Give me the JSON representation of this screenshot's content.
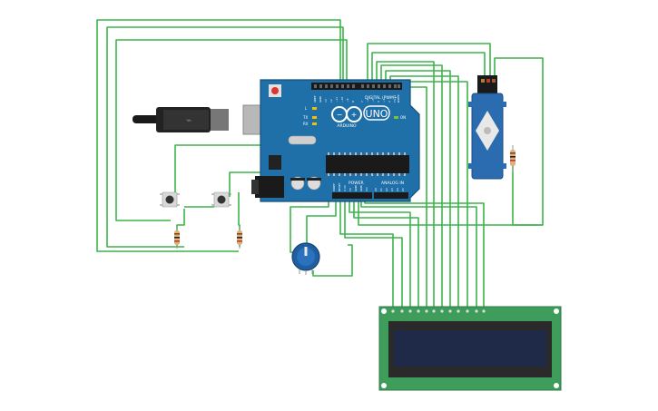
{
  "board": {
    "logo": "UNO",
    "brand": "ARDUINO",
    "header_label_digital": "DIGITAL (PWM~)",
    "header_label_power": "POWER",
    "header_label_analog": "ANALOG IN",
    "led_tx": "TX",
    "led_rx": "RX",
    "led_l": "L",
    "led_on": "ON",
    "digital_pins": [
      "AREF",
      "GND",
      "13",
      "12",
      "~11",
      "~10",
      "~9",
      "8",
      "7",
      "~6",
      "~5",
      "4",
      "~3",
      "2",
      "TX→1",
      "RX←0"
    ],
    "power_pins": [
      "IOREF",
      "RESET",
      "3.3V",
      "5V",
      "GND",
      "GND",
      "Vin"
    ],
    "analog_pins": [
      "A0",
      "A1",
      "A2",
      "A3",
      "A4",
      "A5"
    ]
  },
  "colors": {
    "wire": "#3cb44b",
    "board": "#1f6fa8",
    "board_dark": "#174f7a",
    "lcd_pcb": "#3e9d5a",
    "lcd_screen": "#1e2a48",
    "servo": "#2b6cb0"
  }
}
